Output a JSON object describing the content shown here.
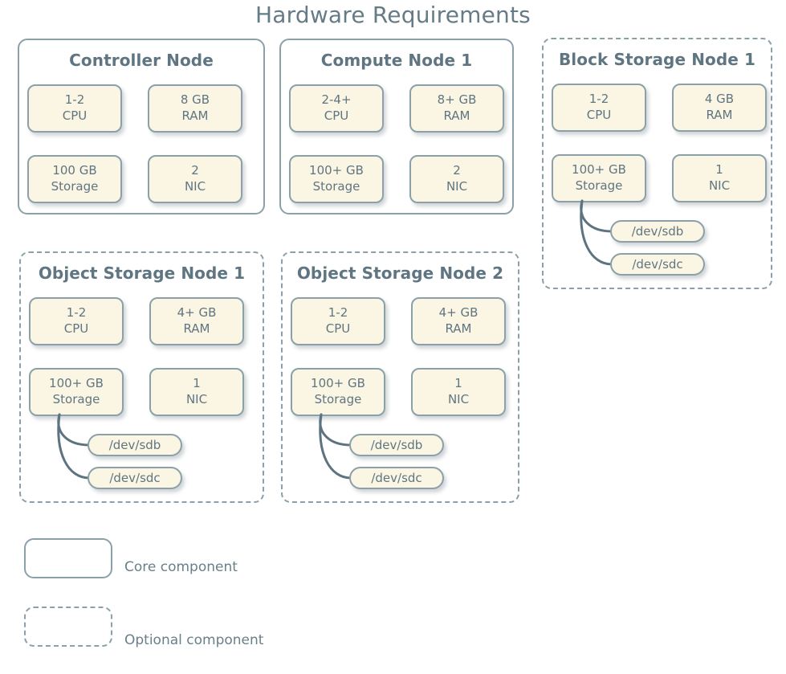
{
  "title": "Hardware Requirements",
  "nodes": [
    {
      "id": "controller-node",
      "title": "Controller Node",
      "optional": false,
      "specs": [
        {
          "line1": "1-2",
          "line2": "CPU"
        },
        {
          "line1": "8 GB",
          "line2": "RAM"
        },
        {
          "line1": "100 GB",
          "line2": "Storage"
        },
        {
          "line1": "2",
          "line2": "NIC"
        }
      ],
      "devices": []
    },
    {
      "id": "compute-node-1",
      "title": "Compute Node 1",
      "optional": false,
      "specs": [
        {
          "line1": "2-4+",
          "line2": "CPU"
        },
        {
          "line1": "8+ GB",
          "line2": "RAM"
        },
        {
          "line1": "100+ GB",
          "line2": "Storage"
        },
        {
          "line1": "2",
          "line2": "NIC"
        }
      ],
      "devices": []
    },
    {
      "id": "block-storage-node-1",
      "title": "Block Storage Node 1",
      "optional": true,
      "specs": [
        {
          "line1": "1-2",
          "line2": "CPU"
        },
        {
          "line1": "4 GB",
          "line2": "RAM"
        },
        {
          "line1": "100+ GB",
          "line2": "Storage"
        },
        {
          "line1": "1",
          "line2": "NIC"
        }
      ],
      "devices": [
        "/dev/sdb",
        "/dev/sdc"
      ]
    },
    {
      "id": "object-storage-node-1",
      "title": "Object Storage Node 1",
      "optional": true,
      "specs": [
        {
          "line1": "1-2",
          "line2": "CPU"
        },
        {
          "line1": "4+ GB",
          "line2": "RAM"
        },
        {
          "line1": "100+ GB",
          "line2": "Storage"
        },
        {
          "line1": "1",
          "line2": "NIC"
        }
      ],
      "devices": [
        "/dev/sdb",
        "/dev/sdc"
      ]
    },
    {
      "id": "object-storage-node-2",
      "title": "Object Storage Node 2",
      "optional": true,
      "specs": [
        {
          "line1": "1-2",
          "line2": "CPU"
        },
        {
          "line1": "4+ GB",
          "line2": "RAM"
        },
        {
          "line1": "100+ GB",
          "line2": "Storage"
        },
        {
          "line1": "1",
          "line2": "NIC"
        }
      ],
      "devices": [
        "/dev/sdb",
        "/dev/sdc"
      ]
    }
  ],
  "legend": [
    {
      "id": "core",
      "label": "Core component",
      "style": "solid"
    },
    {
      "id": "optional",
      "label": "Optional component",
      "style": "dashed"
    }
  ],
  "colors": {
    "border": "#8ba0a9",
    "spec_fill": "#fbf5e3",
    "text": "#5f7682",
    "title": "#657b86",
    "connector": "#5d7480",
    "background": "#ffffff"
  }
}
